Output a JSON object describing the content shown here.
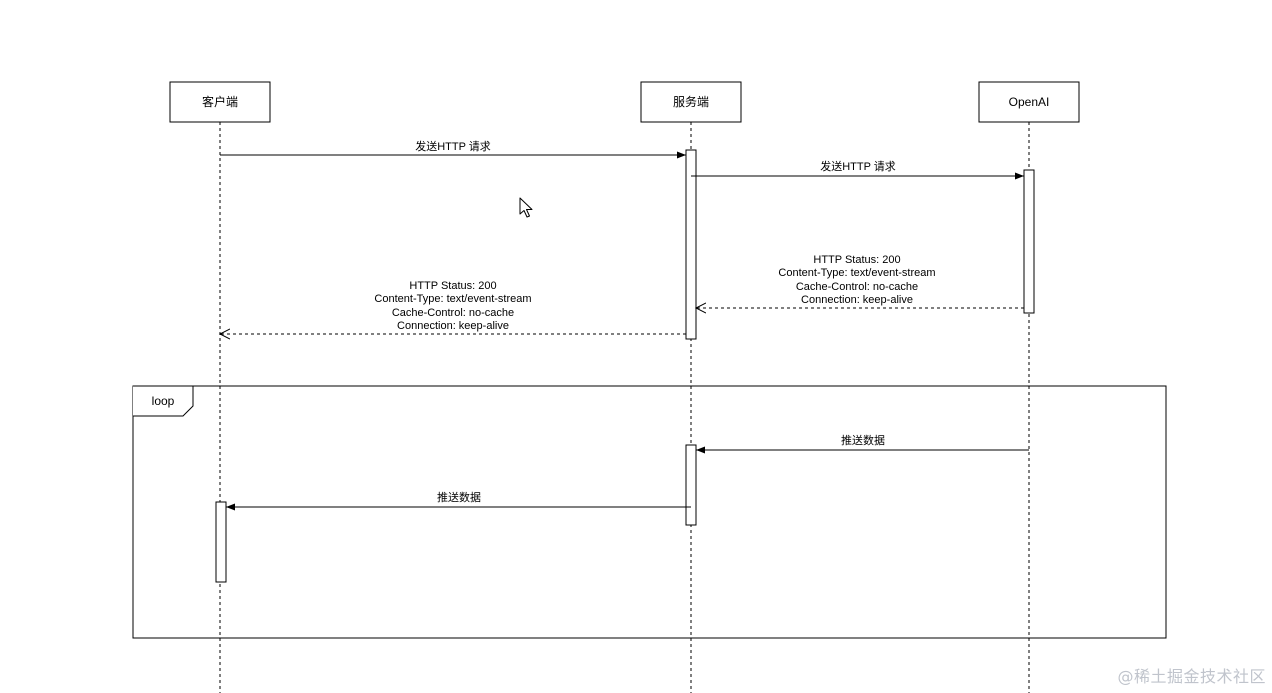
{
  "participants": {
    "client": "客户端",
    "server": "服务端",
    "openai": "OpenAI"
  },
  "messages": {
    "client_to_server": "发送HTTP 请求",
    "server_to_openai": "发送HTTP 请求",
    "openai_to_server_response": [
      "HTTP Status: 200",
      "Content-Type: text/event-stream",
      "Cache-Control: no-cache",
      "Connection: keep-alive"
    ],
    "server_to_client_response": [
      "HTTP Status: 200",
      "Content-Type: text/event-stream",
      "Cache-Control: no-cache",
      "Connection: keep-alive"
    ],
    "openai_push": "推送数据",
    "server_push": "推送数据"
  },
  "fragment": {
    "loop_label": "loop"
  },
  "watermark": "@稀土掘金技术社区",
  "colors": {
    "line": "#000000",
    "background": "#ffffff",
    "watermark": "#c0c4cc"
  }
}
